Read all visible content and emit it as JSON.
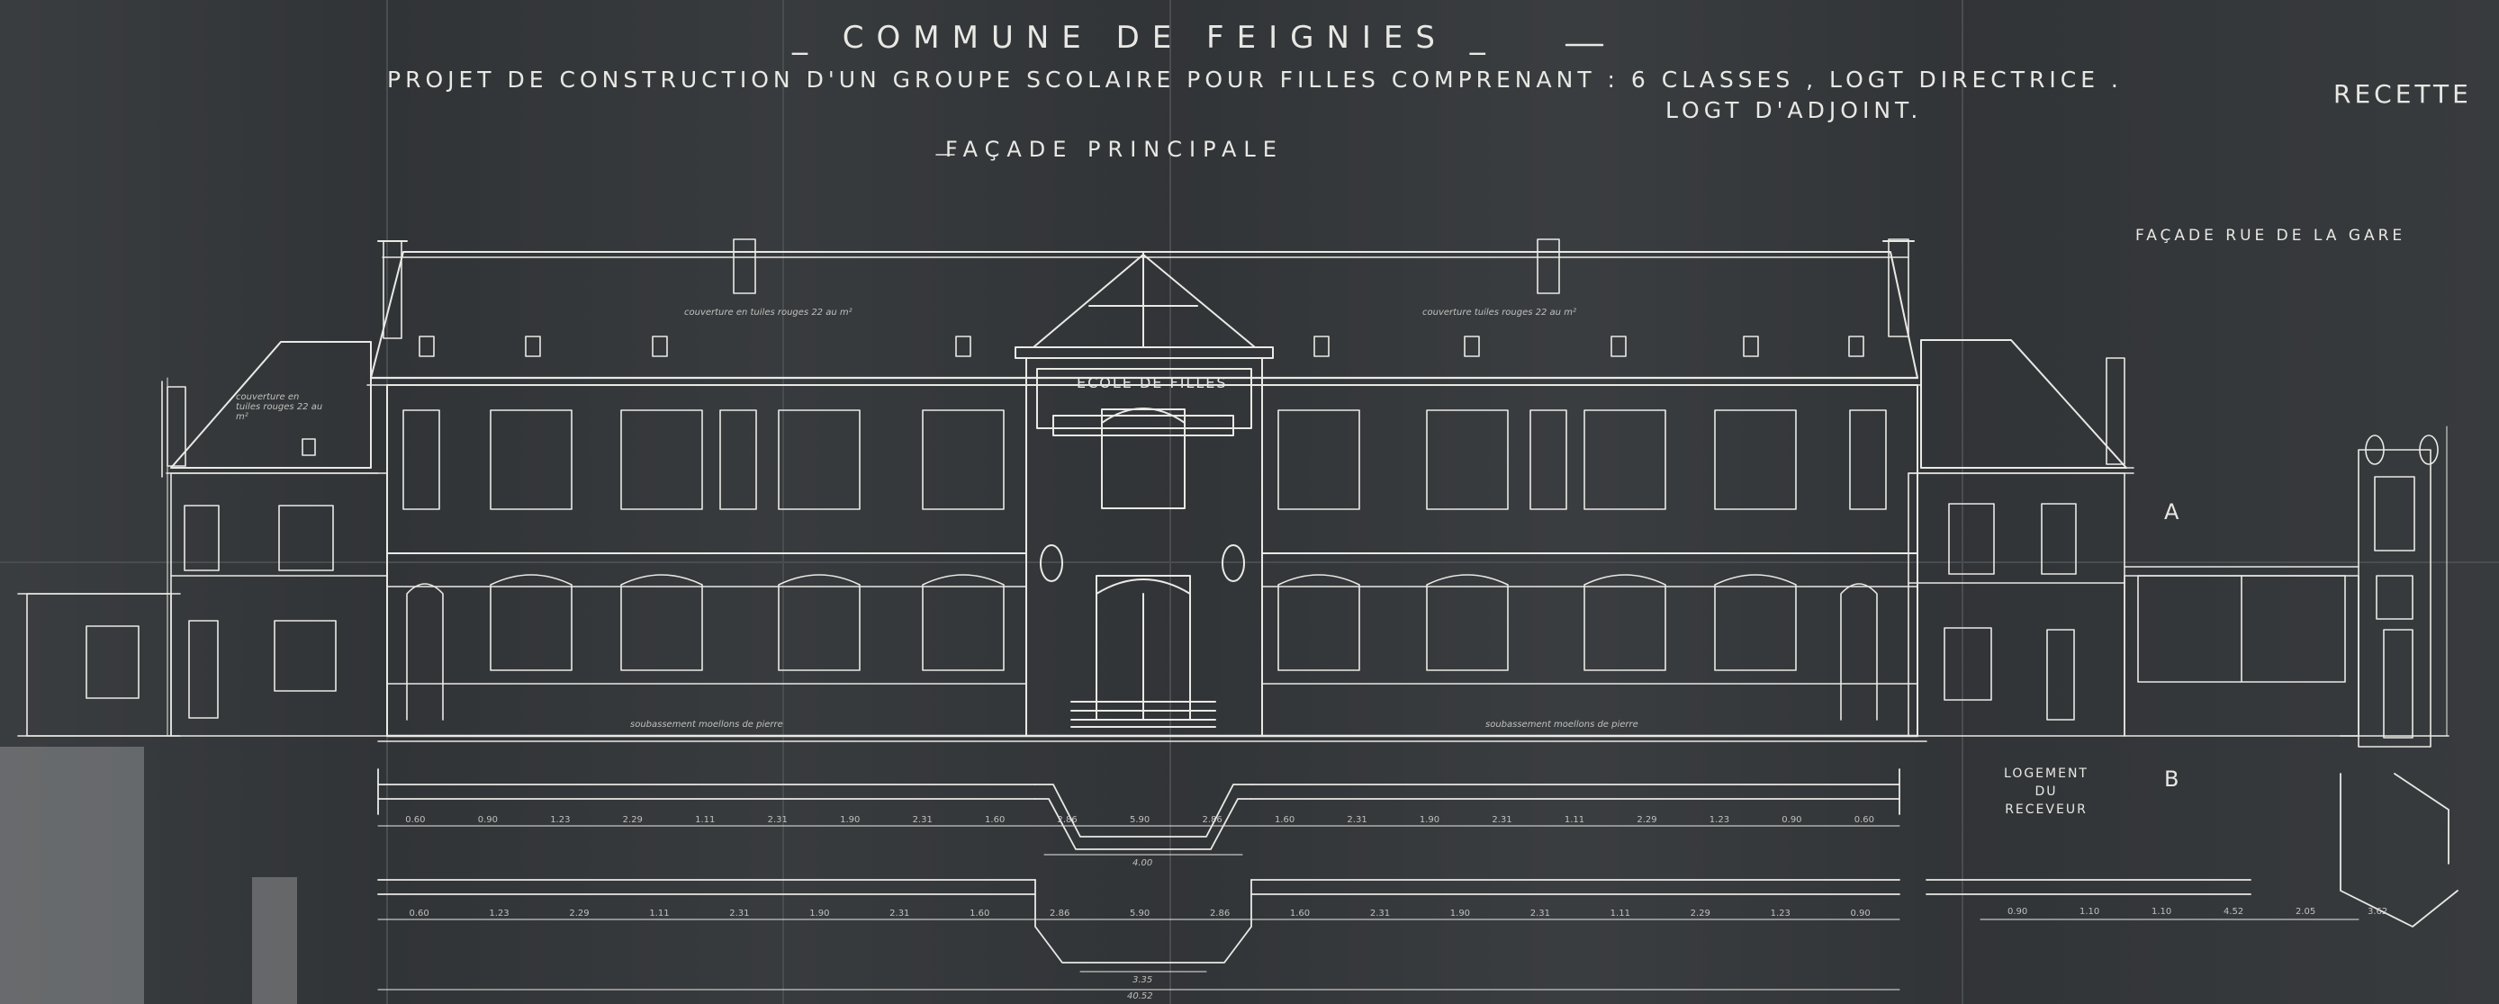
{
  "header": {
    "commune": "_ COMMUNE DE FEIGNIES _",
    "projet_line1": "PROJET DE CONSTRUCTION D'UN GROUPE SCOLAIRE POUR FILLES COMPRENANT : 6 CLASSES , LOGT DIRECTRICE .",
    "projet_line2": "LOGT D'ADJOINT.",
    "facade_principale": "FAÇADE PRINCIPALE",
    "recette": "RECETTE"
  },
  "side": {
    "facade_gare": "FAÇADE RUE DE LA GARE",
    "logement": "LOGEMENT DU RECEVEUR",
    "mark_a": "A",
    "mark_b": "B"
  },
  "facade": {
    "sign": "ECOLE DE FILLES",
    "note_roof_left": "couverture en tuiles rouges 22 au m²",
    "note_roof_right": "couverture tuiles rouges 22 au m²",
    "note_roof_wing": "couverture en tuiles rouges 22 au m²",
    "note_base_left": "soubassement moellons de pierre",
    "note_base_right": "soubassement moellons de pierre"
  },
  "plan": {
    "dims_top": [
      "0.60",
      "0.90",
      "1.23",
      "2.29",
      "1.11",
      "2.31",
      "1.90",
      "2.31",
      "1.60",
      "2.86",
      "5.90",
      "2.86",
      "1.60",
      "2.31",
      "1.90",
      "2.31",
      "1.11",
      "2.29",
      "1.23",
      "0.90",
      "0.60"
    ],
    "dims_bottom": [
      "0.60",
      "1.23",
      "2.29",
      "1.11",
      "2.31",
      "1.90",
      "2.31",
      "1.60",
      "2.86",
      "5.90",
      "2.86",
      "1.60",
      "2.31",
      "1.90",
      "2.31",
      "1.11",
      "2.29",
      "1.23",
      "0.90"
    ],
    "entrance_width": "4.00",
    "porch_width": "3.35",
    "total_length": "40.52",
    "side_dims": [
      "0.90",
      "1.10",
      "1.10",
      "4.52",
      "2.05",
      "3.62"
    ]
  },
  "colors": {
    "paper": "#34373a",
    "line": "#e9e9e5"
  }
}
